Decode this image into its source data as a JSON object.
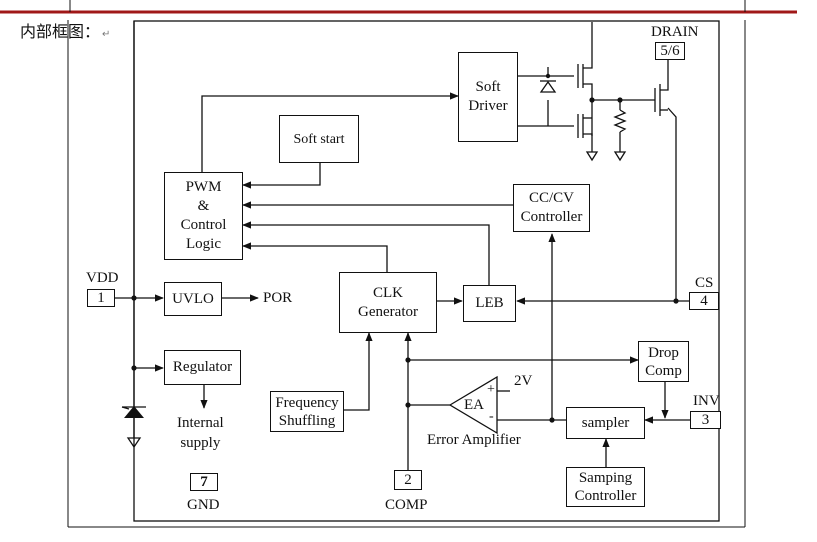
{
  "caption": "内部框图：",
  "caption_mark": "↵",
  "colors": {
    "line": "#111111",
    "header_rule": "#a01818"
  },
  "blocks": {
    "soft_driver": [
      "Soft",
      "Driver"
    ],
    "soft_start": "Soft start",
    "pwm": [
      "PWM",
      "&",
      "Control",
      "Logic"
    ],
    "cccv": [
      "CC/CV",
      "Controller"
    ],
    "uvlo": "UVLO",
    "clk": [
      "CLK",
      "Generator"
    ],
    "leb": "LEB",
    "regulator": "Regulator",
    "drop_comp": [
      "Drop",
      "Comp"
    ],
    "sampler": "sampler",
    "freq_shuffling": [
      "Frequency",
      "Shuffling"
    ],
    "samping_controller": [
      "Samping",
      "Controller"
    ],
    "ea": "EA"
  },
  "labels": {
    "por": "POR",
    "internal_supply": [
      "Internal",
      "supply"
    ],
    "error_amplifier": "Error Amplifier",
    "v2": "2V",
    "plus": "+",
    "minus": "-"
  },
  "pins": [
    {
      "id": "vdd",
      "name": "VDD",
      "number": "1"
    },
    {
      "id": "comp",
      "name": "COMP",
      "number": "2"
    },
    {
      "id": "inv",
      "name": "INV",
      "number": "3"
    },
    {
      "id": "cs",
      "name": "CS",
      "number": "4"
    },
    {
      "id": "drain",
      "name": "DRAIN",
      "number": "5/6"
    },
    {
      "id": "gnd",
      "name": "GND",
      "number": "7"
    }
  ]
}
